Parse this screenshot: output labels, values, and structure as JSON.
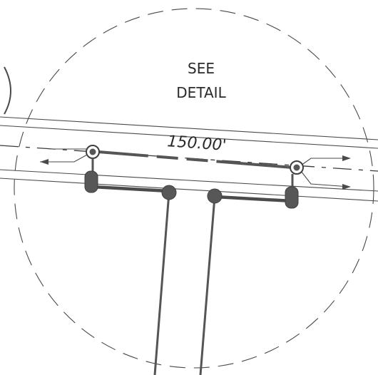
{
  "detail_callout": {
    "line1": "SEE",
    "line2": "DETAIL"
  },
  "dimension": {
    "label": "150.00'"
  },
  "colors": {
    "linework": "#4a4a4a",
    "nodes": "#575757",
    "background": "#ffffff"
  }
}
